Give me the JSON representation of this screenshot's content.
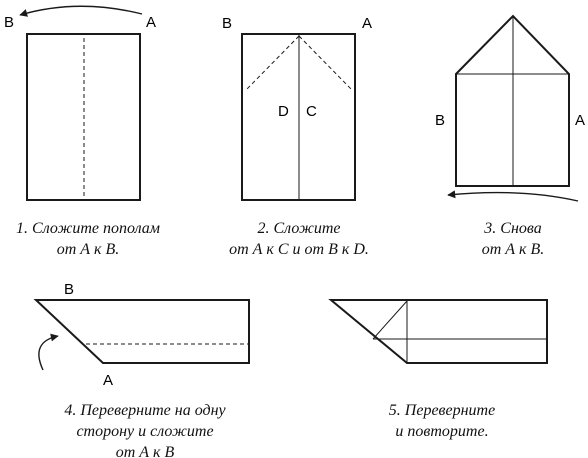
{
  "colors": {
    "ink": "#1a1a1a",
    "background": "#ffffff"
  },
  "steps": [
    {
      "points": {
        "b": "B",
        "a": "A"
      },
      "caption_lines": [
        "1. Сложите пополам",
        "от А к В."
      ]
    },
    {
      "points": {
        "b": "B",
        "a": "A",
        "d": "D",
        "c": "C"
      },
      "caption_lines": [
        "2. Сложите",
        "от  А к С и от В к D."
      ]
    },
    {
      "points": {
        "b": "B",
        "a": "A"
      },
      "caption_lines": [
        "3. Снова",
        "от А к В."
      ]
    },
    {
      "points": {
        "b": "B",
        "a": "A"
      },
      "caption_lines": [
        "4. Переверните на одну",
        "сторону и сложите",
        "от А к В"
      ]
    },
    {
      "points": {},
      "caption_lines": [
        "5. Переверните",
        "и повторите."
      ]
    }
  ]
}
